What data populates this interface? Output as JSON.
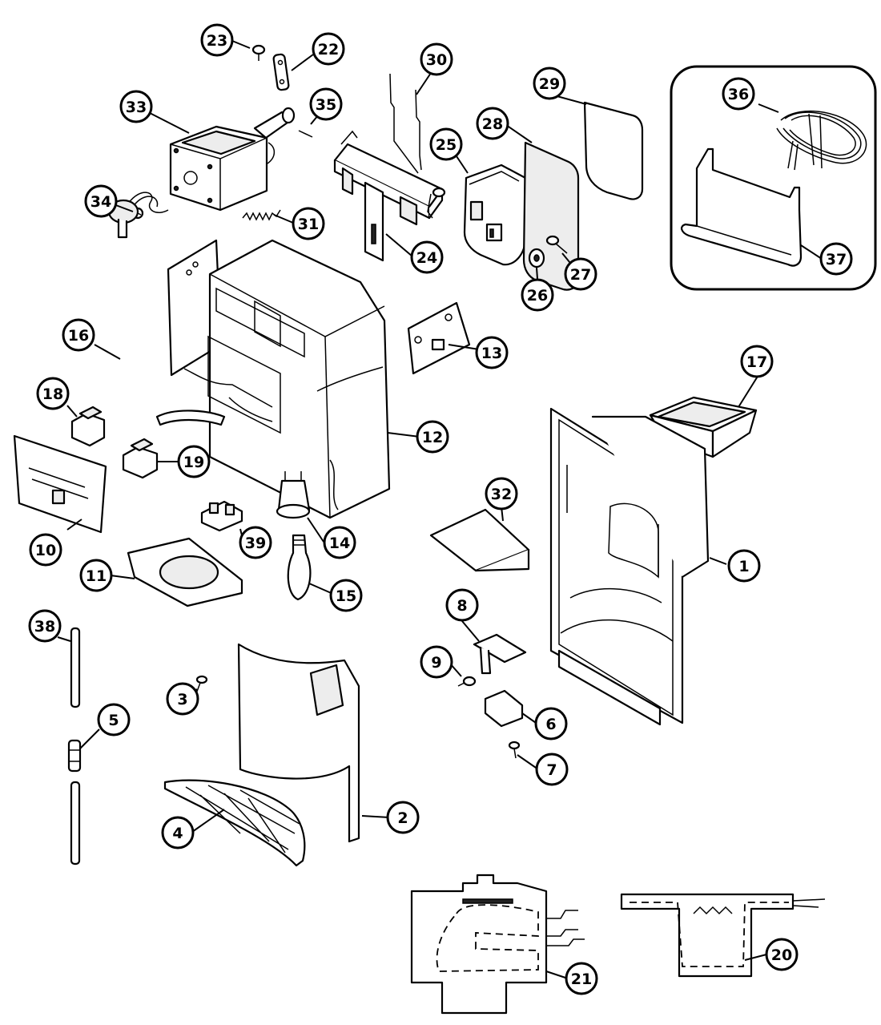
{
  "callouts": [
    {
      "id": "c1",
      "label": "1"
    },
    {
      "id": "c2",
      "label": "2"
    },
    {
      "id": "c3",
      "label": "3"
    },
    {
      "id": "c4",
      "label": "4"
    },
    {
      "id": "c5",
      "label": "5"
    },
    {
      "id": "c6",
      "label": "6"
    },
    {
      "id": "c7",
      "label": "7"
    },
    {
      "id": "c8",
      "label": "8"
    },
    {
      "id": "c9",
      "label": "9"
    },
    {
      "id": "c10",
      "label": "10"
    },
    {
      "id": "c11",
      "label": "11"
    },
    {
      "id": "c12",
      "label": "12"
    },
    {
      "id": "c13",
      "label": "13"
    },
    {
      "id": "c14",
      "label": "14"
    },
    {
      "id": "c15",
      "label": "15"
    },
    {
      "id": "c16",
      "label": "16"
    },
    {
      "id": "c17",
      "label": "17"
    },
    {
      "id": "c18",
      "label": "18"
    },
    {
      "id": "c19",
      "label": "19"
    },
    {
      "id": "c20",
      "label": "20"
    },
    {
      "id": "c21",
      "label": "21"
    },
    {
      "id": "c22",
      "label": "22"
    },
    {
      "id": "c23",
      "label": "23"
    },
    {
      "id": "c24",
      "label": "24"
    },
    {
      "id": "c25",
      "label": "25"
    },
    {
      "id": "c26",
      "label": "26"
    },
    {
      "id": "c27",
      "label": "27"
    },
    {
      "id": "c28",
      "label": "28"
    },
    {
      "id": "c29",
      "label": "29"
    },
    {
      "id": "c30",
      "label": "30"
    },
    {
      "id": "c31",
      "label": "31"
    },
    {
      "id": "c32",
      "label": "32"
    },
    {
      "id": "c33",
      "label": "33"
    },
    {
      "id": "c34",
      "label": "34"
    },
    {
      "id": "c35",
      "label": "35"
    },
    {
      "id": "c36",
      "label": "36"
    },
    {
      "id": "c37",
      "label": "37"
    },
    {
      "id": "c38",
      "label": "38"
    },
    {
      "id": "c39",
      "label": "39"
    }
  ]
}
